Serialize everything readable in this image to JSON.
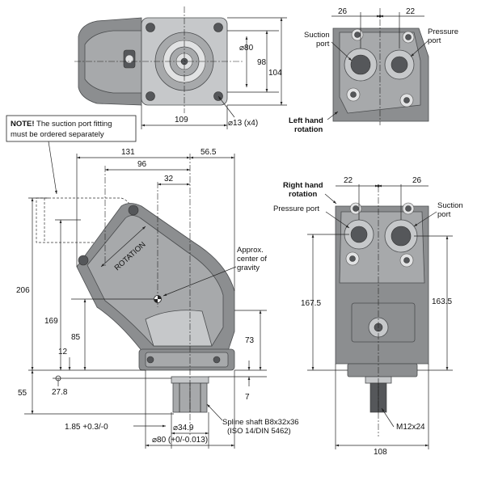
{
  "note": {
    "bold": "NOTE!",
    "line1": " The suction port fitting",
    "line2": "must be ordered separately"
  },
  "top_view": {
    "dim_80": "⌀80",
    "dim_98": "98",
    "dim_104": "104",
    "dim_109": "109",
    "dim_13": "⌀13 (x4)"
  },
  "left_rotation": {
    "dim_26": "26",
    "dim_22": "22",
    "suction_line1": "Suction",
    "suction_line2": "port",
    "pressure_line1": "Pressure",
    "pressure_line2": "port",
    "title_line1": "Left hand",
    "title_line2": "rotation"
  },
  "side_view": {
    "dim_131": "131",
    "dim_56_5": "56.5",
    "dim_96": "96",
    "dim_32": "32",
    "dim_206": "206",
    "dim_169": "169",
    "dim_85": "85",
    "dim_73": "73",
    "dim_12": "12",
    "dim_55": "55",
    "dim_27_8": "27.8",
    "dim_7": "7",
    "dim_tol": "1.85 +0.3/-0",
    "dim_34_9": "⌀34.9",
    "dim_80tol": "⌀80 (+0/-0.013)",
    "cog_line1": "Approx.",
    "cog_line2": "center of",
    "cog_line3": "gravity",
    "rotation_text": "ROTATION",
    "spline_line1": "Spline shaft B8x32x36",
    "spline_line2": "(ISO 14/DIN 5462)"
  },
  "right_rotation": {
    "title_line1": "Right hand",
    "title_line2": "rotation",
    "dim_22": "22",
    "dim_26": "26",
    "pressure": "Pressure port",
    "suction_line1": "Suction",
    "suction_line2": "port",
    "dim_167_5": "167.5",
    "dim_163_5": "163.5",
    "dim_m12": "M12x24",
    "dim_108": "108"
  }
}
